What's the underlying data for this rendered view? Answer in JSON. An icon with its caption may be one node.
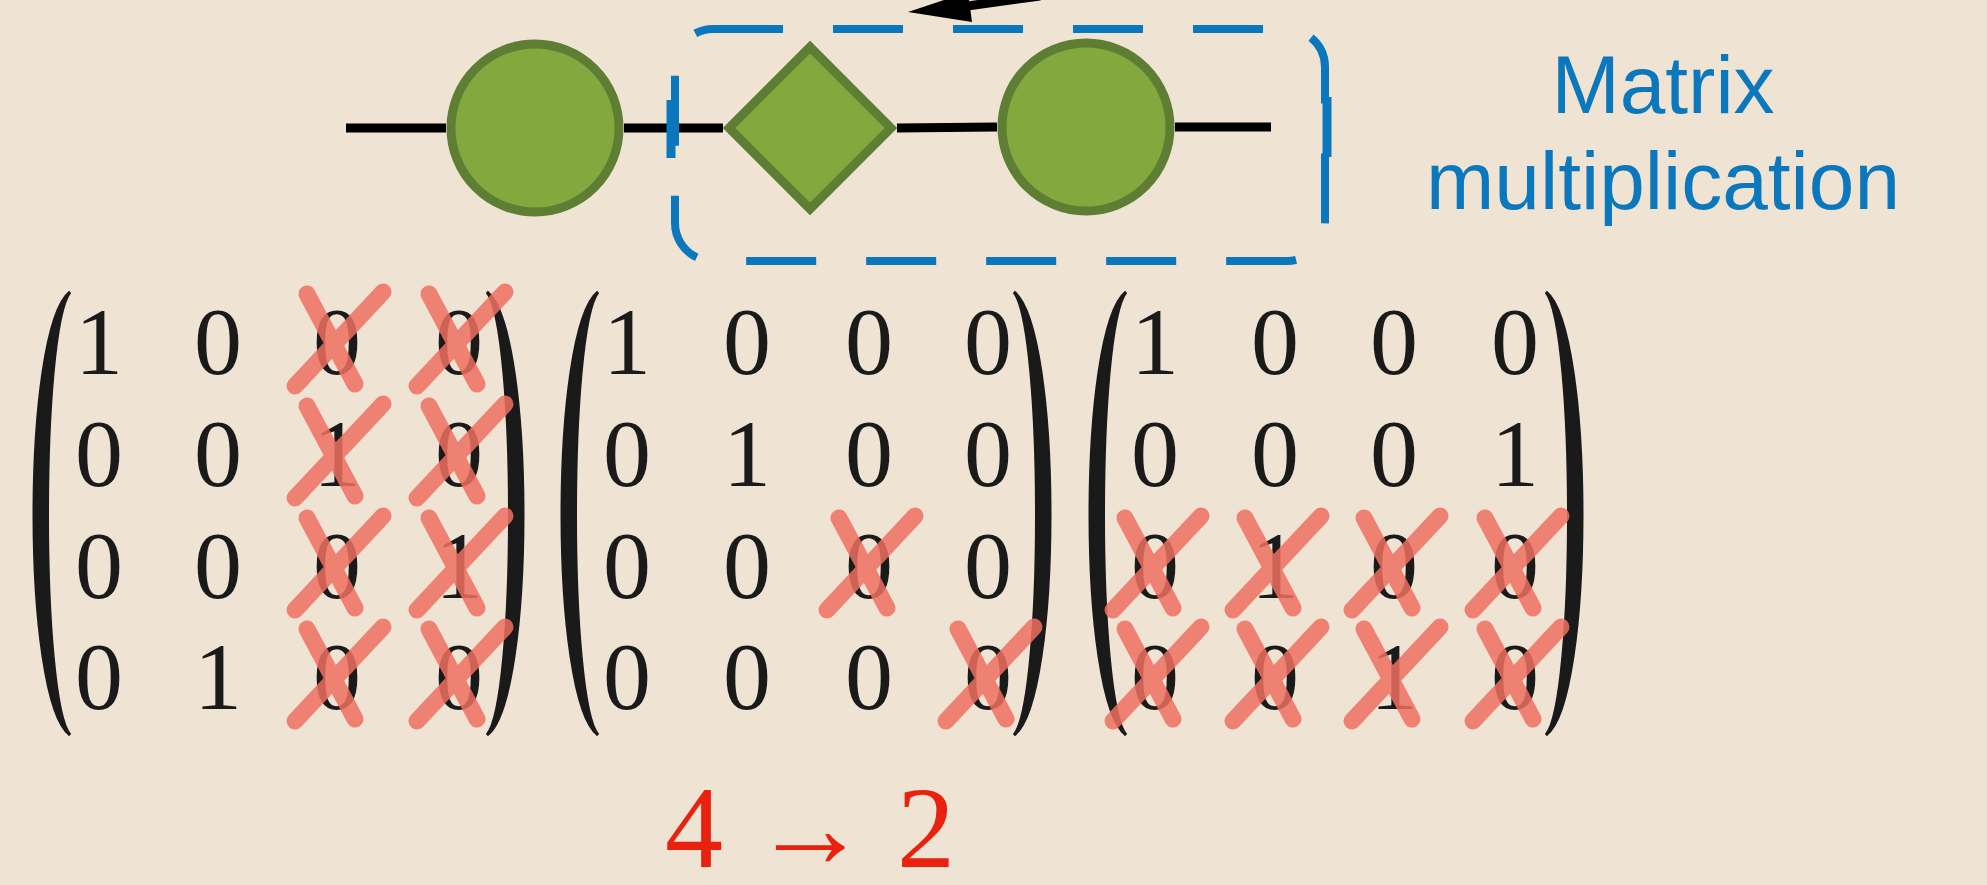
{
  "diagram": {
    "nodes": [
      {
        "text": [],
        "shape": "circle"
      },
      {
        "text": [
          "Matrix multiplication"
        ]
      },
      {
        "text": [],
        "shape": "diamond",
        "in": 1
      },
      {
        "text": [],
        "shape": "circle",
        "in": 1
      }
    ],
    "edges": [
      {
        "from": null,
        "to": 0,
        "arrow": "none"
      },
      {
        "from": 0,
        "to": 2,
        "arrow": "none"
      },
      {
        "from": 2,
        "to": 3,
        "arrow": "none"
      },
      {
        "from": 3,
        "to": null,
        "arrow": "none"
      }
    ],
    "labels": [
      "1",
      "0",
      "0",
      "0",
      "1",
      "0",
      "0",
      "0",
      "1",
      "0",
      "0",
      "0",
      "0",
      "0",
      "1",
      "0",
      "0",
      "1",
      "0",
      "0",
      "0",
      "0",
      "0",
      "1",
      "0",
      "0",
      "0",
      "1",
      "0",
      "0",
      "0",
      "0",
      "0",
      "1",
      "0",
      "0",
      "0",
      "1",
      "0",
      "0",
      "0",
      "0",
      "0",
      "0",
      "0",
      "0",
      "1",
      "0",
      "4 → 2"
    ]
  }
}
